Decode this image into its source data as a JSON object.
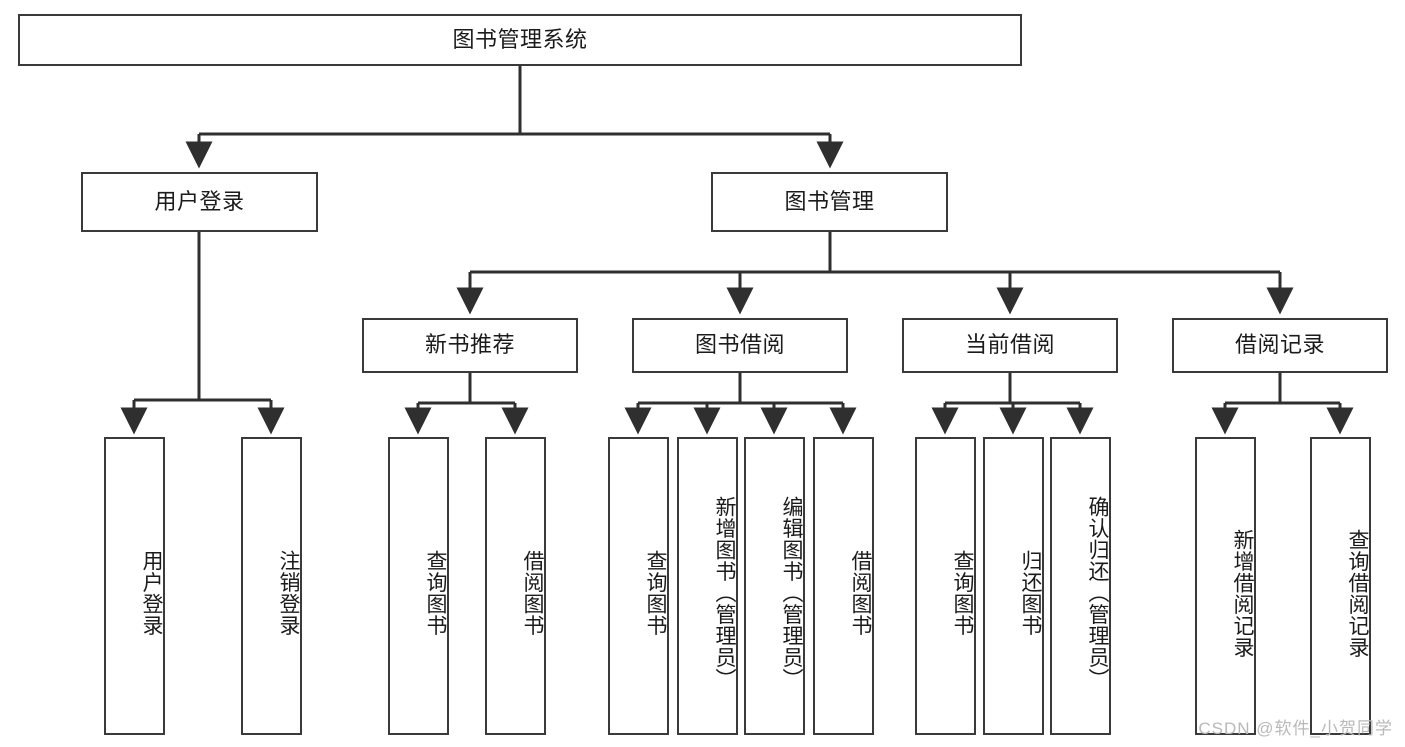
{
  "diagram": {
    "title_box": {
      "label": "图书管理系统"
    },
    "level2": [
      {
        "id": "user-login",
        "label": "用户登录"
      },
      {
        "id": "book-manage",
        "label": "图书管理"
      }
    ],
    "level3": [
      {
        "id": "new-book-rec",
        "label": "新书推荐"
      },
      {
        "id": "book-borrow",
        "label": "图书借阅"
      },
      {
        "id": "current-borrow",
        "label": "当前借阅"
      },
      {
        "id": "borrow-record",
        "label": "借阅记录"
      }
    ],
    "leaves": {
      "user_login": [
        {
          "id": "leaf-user-login",
          "label": "用户登录"
        },
        {
          "id": "leaf-logout-login",
          "label": "注销登录"
        }
      ],
      "new_book_rec": [
        {
          "id": "leaf-query-book-1",
          "label": "查询图书"
        },
        {
          "id": "leaf-borrow-book-1",
          "label": "借阅图书"
        }
      ],
      "book_borrow": [
        {
          "id": "leaf-query-book-2",
          "label": "查询图书"
        },
        {
          "id": "leaf-add-book",
          "label": "新增图书（管理员）"
        },
        {
          "id": "leaf-edit-book",
          "label": "编辑图书（管理员）"
        },
        {
          "id": "leaf-borrow-book-2",
          "label": "借阅图书"
        }
      ],
      "current_borrow": [
        {
          "id": "leaf-query-book-3",
          "label": "查询图书"
        },
        {
          "id": "leaf-return-book",
          "label": "归还图书"
        },
        {
          "id": "leaf-confirm-return",
          "label": "确认归还（管理员）"
        }
      ],
      "borrow_record": [
        {
          "id": "leaf-add-record",
          "label": "新增借阅记录"
        },
        {
          "id": "leaf-query-record",
          "label": "查询借阅记录"
        }
      ]
    }
  },
  "watermark": {
    "text": "CSDN @软件_小贺同学"
  },
  "colors": {
    "box_border": "#3a3a3a",
    "box_fill": "#ffffff",
    "edge": "#2f2f2f",
    "text": "#1b1b1b",
    "watermark": "#b9b9b9"
  }
}
